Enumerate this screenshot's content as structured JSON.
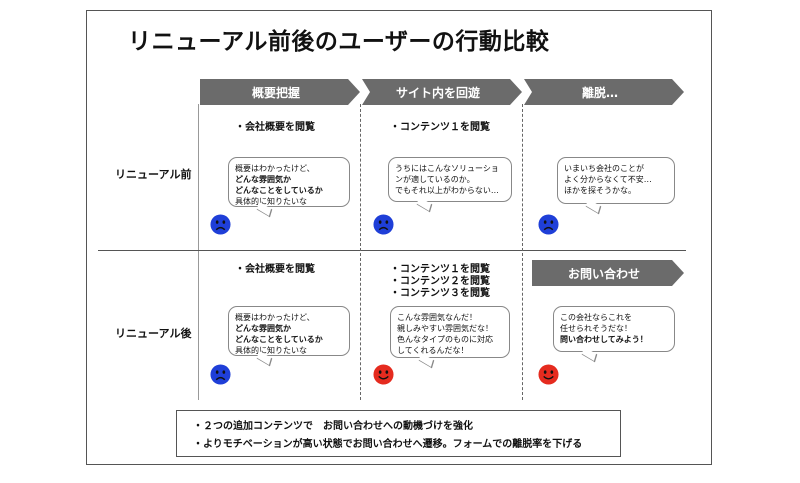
{
  "title": "リニューアル前後のユーザーの行動比較",
  "stages": [
    "概要把握",
    "サイト内を回遊",
    "離脱…"
  ],
  "rows": {
    "before": {
      "label": "リニューアル前",
      "col1": {
        "action": "・会社概要を閲覧",
        "bubble": [
          "概要はわかったけど、",
          "どんな雰囲気か",
          "どんなことをしているか",
          "具体的に知りたいな"
        ]
      },
      "col2": {
        "action": "・コンテンツ１を閲覧",
        "bubble": [
          "うちにはこんなソリューショ",
          "ンが適しているのか。",
          "でもそれ以上がわからない…"
        ]
      },
      "col3": {
        "bubble": [
          "いまいち会社のことが",
          "よく分からなくて不安…",
          "ほかを探そうかな。"
        ]
      }
    },
    "after": {
      "label": "リニューアル後",
      "col1": {
        "action": "・会社概要を閲覧",
        "bubble": [
          "概要はわかったけど、",
          "どんな雰囲気か",
          "どんなことをしているか",
          "具体的に知りたいな"
        ]
      },
      "col2": {
        "actions": [
          "・コンテンツ１を閲覧",
          "・コンテンツ２を閲覧",
          "・コンテンツ３を閲覧"
        ],
        "bubble": [
          "こんな雰囲気なんだ！",
          "親しみやすい雰囲気だな！",
          "色んなタイプのものに対応",
          "してくれるんだな！"
        ]
      },
      "col3": {
        "stage": "お問い合わせ",
        "bubble": [
          "この会社ならこれを",
          "任せられそうだな！",
          "問い合わせしてみよう！"
        ]
      }
    }
  },
  "summary": [
    "・２つの追加コンテンツで　お問い合わせへの動機づけを強化",
    "・よりモチベーションが高い状態でお問い合わせへ遷移。フォームでの離脱率を下げる"
  ],
  "colors": {
    "arrow": "#6b6b6b",
    "sad": "#1f3fd8",
    "happy": "#e52b1f"
  }
}
